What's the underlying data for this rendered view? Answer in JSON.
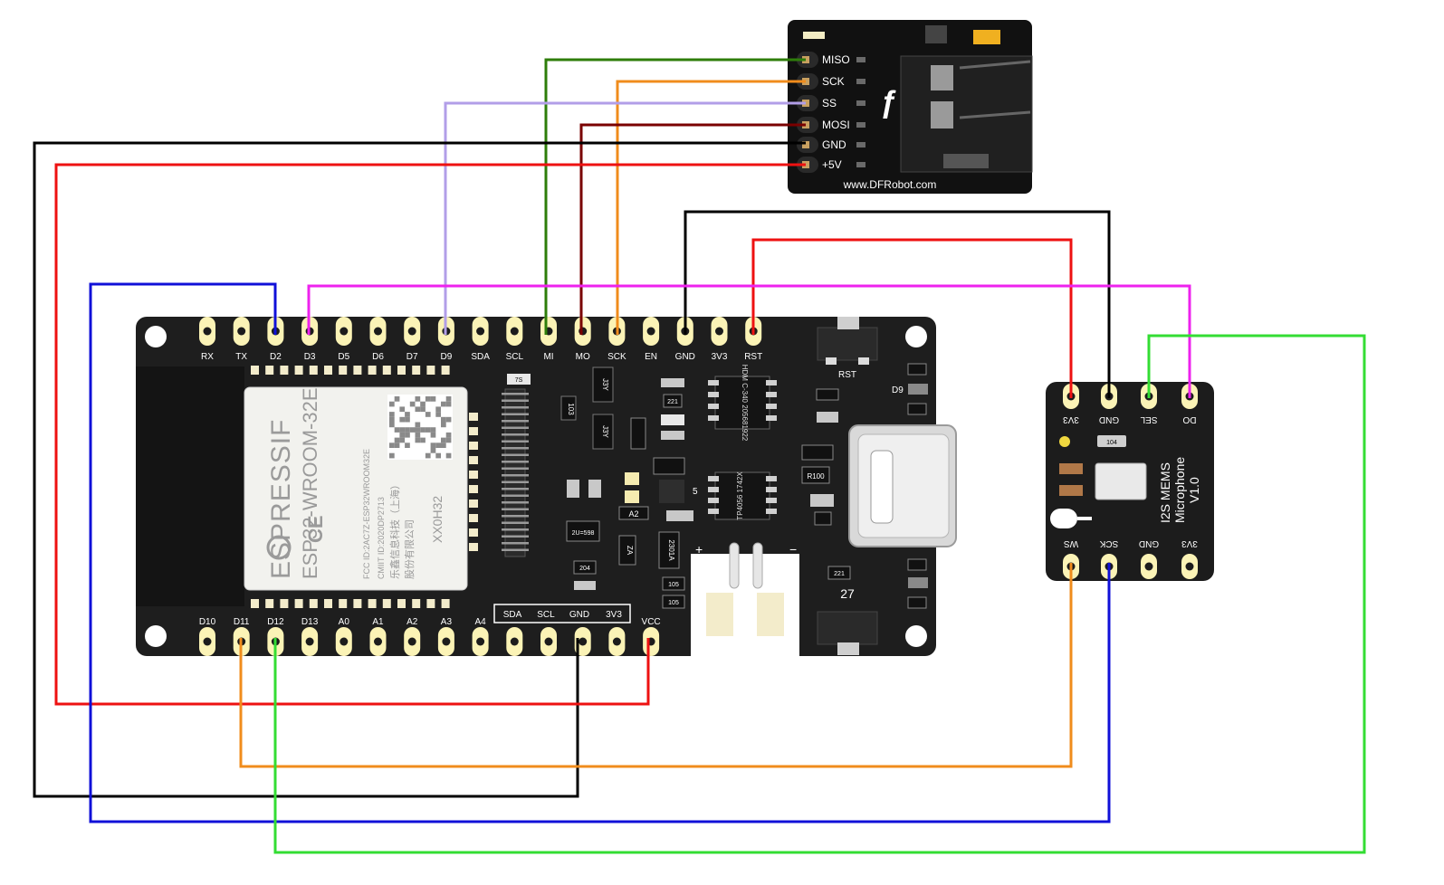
{
  "esp32": {
    "top_pins": [
      "RX",
      "TX",
      "D2",
      "D3",
      "D5",
      "D6",
      "D7",
      "D9",
      "SDA",
      "SCL",
      "MI",
      "MO",
      "SCK",
      "EN",
      "GND",
      "3V3",
      "RST"
    ],
    "bottom_pins": [
      "D10",
      "D11",
      "D12",
      "D13",
      "A0",
      "A1",
      "A2",
      "A3",
      "A4",
      "",
      "",
      "",
      "",
      "VCC"
    ],
    "module_brand": "ESPRESSIF",
    "module_model": "ESP32-WROOM-32E",
    "module_fcc": "FCC ID:2AC7Z-ESP32WROOM32E",
    "module_cmiit": "CMIIT ID:2020DP2713",
    "module_maker1": "乐鑫信息科技（上海）",
    "module_maker2": "股份有限公司",
    "module_code": "XX0H32",
    "header_labels": [
      "SDA",
      "SCL",
      "GND",
      "3V3"
    ],
    "rst_label": "RST",
    "d9_label": "D9",
    "num_label": "27",
    "chip_labels": [
      "7S",
      "J3Y",
      "103",
      "J3Y",
      "221",
      "A2",
      "2U=598",
      "ZA",
      "204",
      "2301A",
      "105",
      "105",
      "5",
      "221",
      "R100"
    ],
    "ic1_text": "HDM C-340 205681922",
    "ic2_text": "TP4056 1742X",
    "plus": "+",
    "minus": "−"
  },
  "sd_module": {
    "pins": [
      "MISO",
      "SCK",
      "SS",
      "MOSI",
      "GND",
      "+5V"
    ],
    "url": "www.DFRobot.com",
    "logo": "ƒ"
  },
  "mic": {
    "top_pins": [
      "3V3",
      "GND",
      "SEL",
      "DO"
    ],
    "bottom_pins": [
      "WS",
      "SCK",
      "GND",
      "3V3"
    ],
    "title1": "I2S MEMS",
    "title2": "Microphone",
    "title3": "V1.0",
    "chip": "104"
  },
  "colors": {
    "board": "#1c1c1c",
    "pad": "#fbf3b6",
    "miso": "#2e7d0a",
    "sck": "#f08c1c",
    "ss": "#b29ee8",
    "mosi": "#7a0000",
    "gnd": "#000000",
    "power": "#ee1111",
    "blue": "#1010d8",
    "magenta": "#ee22ee",
    "green": "#33dd33",
    "orange": "#f08c1c"
  }
}
